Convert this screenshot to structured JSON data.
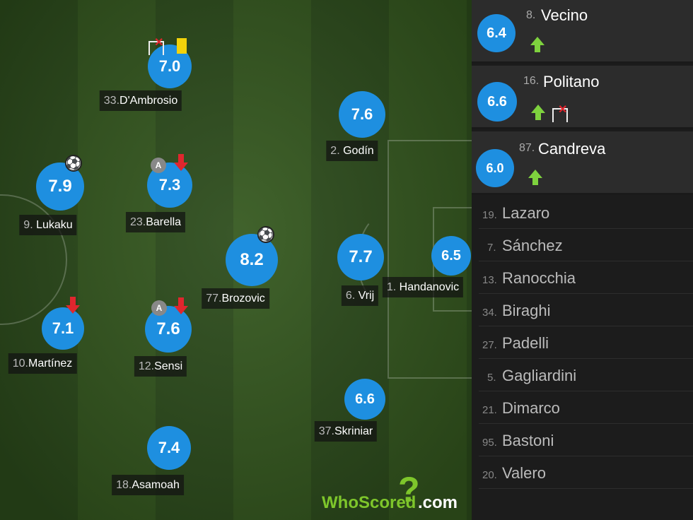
{
  "accent": "#1e8fe0",
  "players": [
    {
      "id": "dambrosio",
      "num": "33.",
      "name": "D'Ambrosio",
      "rating": "7.0"
    },
    {
      "id": "godin",
      "num": "2.",
      "name": "Godín",
      "rating": "7.6"
    },
    {
      "id": "lukaku",
      "num": "9.",
      "name": "Lukaku",
      "rating": "7.9"
    },
    {
      "id": "barella",
      "num": "23.",
      "name": "Barella",
      "rating": "7.3"
    },
    {
      "id": "brozovic",
      "num": "77.",
      "name": "Brozovic",
      "rating": "8.2"
    },
    {
      "id": "vrij",
      "num": "6.",
      "name": "Vrij",
      "rating": "7.7"
    },
    {
      "id": "handanovic",
      "num": "1.",
      "name": "Handanovic",
      "rating": "6.5"
    },
    {
      "id": "martinez",
      "num": "10.",
      "name": "Martínez",
      "rating": "7.1"
    },
    {
      "id": "sensi",
      "num": "12.",
      "name": "Sensi",
      "rating": "7.6"
    },
    {
      "id": "skriniar",
      "num": "37.",
      "name": "Skriniar",
      "rating": "6.6"
    },
    {
      "id": "asamoah",
      "num": "18.",
      "name": "Asamoah",
      "rating": "7.4"
    }
  ],
  "subs_used": [
    {
      "num": "8.",
      "name": "Vecino",
      "rating": "6.4"
    },
    {
      "num": "16.",
      "name": "Politano",
      "rating": "6.6"
    },
    {
      "num": "87.",
      "name": "Candreva",
      "rating": "6.0"
    }
  ],
  "bench": [
    {
      "num": "19.",
      "name": "Lazaro"
    },
    {
      "num": "7.",
      "name": "Sánchez"
    },
    {
      "num": "13.",
      "name": "Ranocchia"
    },
    {
      "num": "34.",
      "name": "Biraghi"
    },
    {
      "num": "27.",
      "name": "Padelli"
    },
    {
      "num": "5.",
      "name": "Gagliardini"
    },
    {
      "num": "21.",
      "name": "Dimarco"
    },
    {
      "num": "95.",
      "name": "Bastoni"
    },
    {
      "num": "20.",
      "name": "Valero"
    }
  ],
  "icons": {
    "goal": "soccer-ball-icon",
    "assist_letter": "A",
    "sub_off": "sub-off-arrow-icon",
    "sub_on": "sub-on-arrow-icon",
    "yellow_card": "yellow-card-icon",
    "missed_chance": "goalpost-x-icon",
    "miss_mark": "✕"
  },
  "brand": {
    "part1": "WhoScored",
    "part2": ".com",
    "mark": "?"
  }
}
